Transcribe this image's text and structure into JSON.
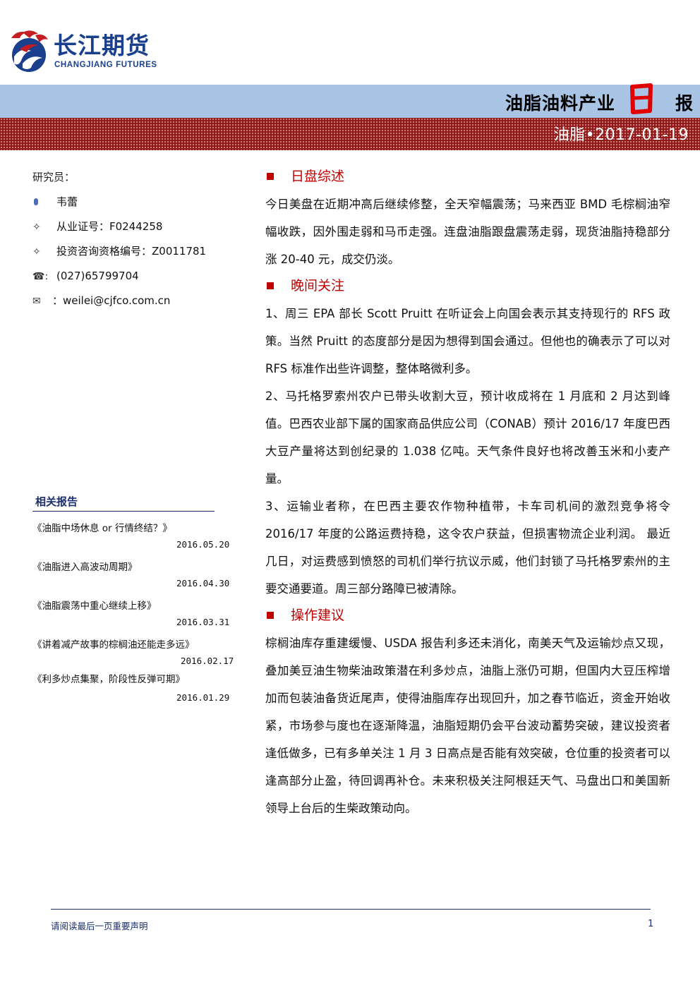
{
  "header": {
    "company_cn": "长江期货",
    "company_en": "CHANGJIANG FUTURES",
    "title": "油脂油料产业",
    "title_emphasis": "日",
    "title_end": "报",
    "date_line": "油脂•2017-01-19",
    "colors": {
      "brand_blue": "#1a3f8c",
      "band_blue": "#a9c4e4",
      "band_red": "#8e1a1a",
      "accent_red": "#c00000"
    }
  },
  "researcher": {
    "label": "研究员：",
    "name": "韦蕾",
    "license": "从业证号：F0244258",
    "consult_license": "投资咨询资格编号：Z0011781",
    "phone": "(027)65799704",
    "email": "：weilei@cjfco.com.cn"
  },
  "related": {
    "title": "相关报告",
    "items": [
      {
        "name": "《油脂中场休息 or 行情终结？》",
        "date": "2016.05.20"
      },
      {
        "name": "《油脂进入高波动周期》",
        "date": "2016.04.30"
      },
      {
        "name": "《油脂震荡中重心继续上移》",
        "date": "2016.03.31"
      },
      {
        "name": "《讲着减产故事的棕榈油还能走多远》",
        "date": "2016.02.17"
      },
      {
        "name": "《利多炒点集聚，阶段性反弹可期》",
        "date": "2016.01.29"
      }
    ]
  },
  "sections": {
    "s1": {
      "title": "日盘综述",
      "p1": "今日美盘在近期冲高后继续修整，全天窄幅震荡；马来西亚 BMD 毛棕榈油窄幅收跌，因外围走弱和马币走强。连盘油脂跟盘震荡走弱，现货油脂持稳部分涨 20-40 元，成交仍淡。"
    },
    "s2": {
      "title": "晚间关注",
      "p1": "1、周三 EPA 部长 Scott Pruitt 在听证会上向国会表示其支持现行的 RFS 政策。当然 Pruitt 的态度部分是因为想得到国会通过。但他也的确表示了可以对 RFS 标准作出些许调整，整体略微利多。",
      "p2": "2、马托格罗索州农户已带头收割大豆，预计收成将在 1 月底和 2 月达到峰值。巴西农业部下属的国家商品供应公司（CONAB）预计 2016/17 年度巴西大豆产量将达到创纪录的 1.038 亿吨。天气条件良好也将改善玉米和小麦产量。",
      "p3": "3、运输业者称，在巴西主要农作物种植带，卡车司机间的激烈竞争将令 2016/17 年度的公路运费持稳，这令农户获益，但损害物流企业利润。 最近几日，对运费感到愤怒的司机们举行抗议示威，他们封锁了马托格罗索州的主要交通要道。周三部分路障已被清除。"
    },
    "s3": {
      "title": "操作建议",
      "p1": "棕榈油库存重建缓慢、USDA 报告利多还未消化，南美天气及运输炒点又现，叠加美豆油生物柴油政策潜在利多炒点，油脂上涨仍可期，但国内大豆压榨增加而包装油备货近尾声，使得油脂库存出现回升，加之春节临近，资金开始收紧，市场参与度也在逐渐降温，油脂短期仍会平台波动蓄势突破，建议投资者逢低做多，已有多单关注 1 月 3 日高点是否能有效突破，仓位重的投资者可以逢高部分止盈，待回调再补仓。未来积极关注阿根廷天气、马盘出口和美国新领导上台后的生柴政策动向。"
    }
  },
  "footer": {
    "note": "请阅读最后一页重要声明",
    "page": "1"
  }
}
